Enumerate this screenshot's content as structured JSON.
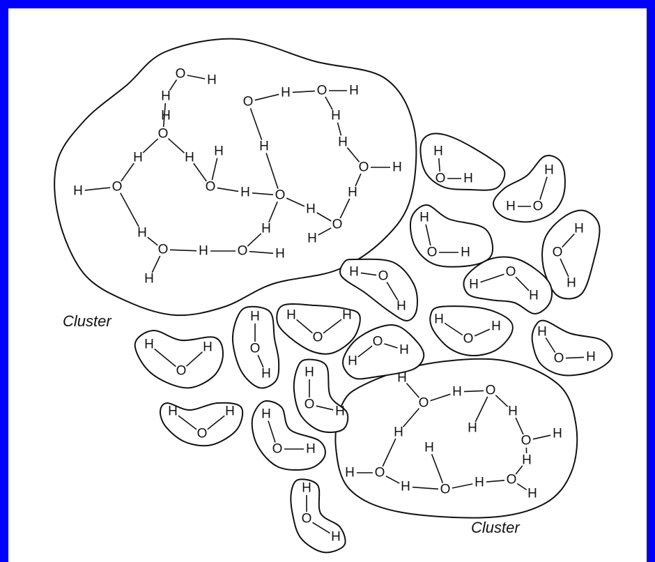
{
  "figure": {
    "border_color": "#0000ff",
    "background": "#ffffff",
    "line_color": "#111111"
  },
  "atoms": {
    "hydrogen": "H",
    "oxygen": "O"
  },
  "labels": {
    "cluster_top_left": "Cluster",
    "cluster_bottom_right": "Cluster"
  }
}
